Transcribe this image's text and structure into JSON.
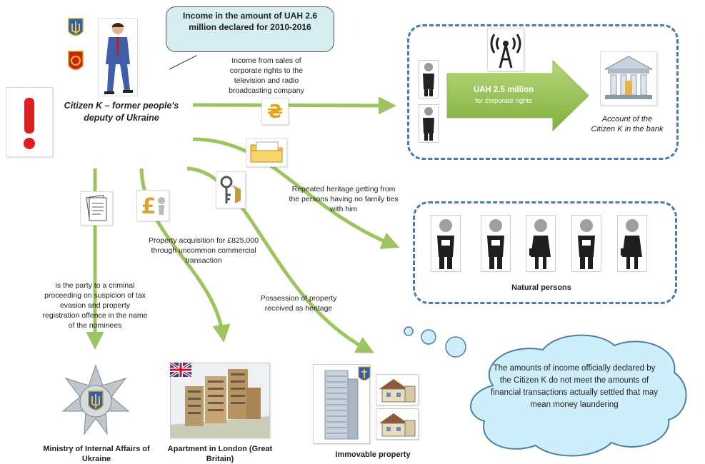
{
  "speech_bubble": {
    "text": "Income in the amount of UAH 2.6 million declared for 2010-2016"
  },
  "citizen": {
    "label": "Citizen K – former people's deputy of Ukraine"
  },
  "corporate_income": {
    "label": "Income from sales of corporate rights to the television and radio broadcasting company"
  },
  "bank_flow": {
    "arrow_title": "UAH 2.5 million",
    "arrow_subtitle": "for corporate rights",
    "account_label": "Account of the Citizen K in the bank"
  },
  "heritage": {
    "label": "Repeated heritage getting from the persons having no family ties with him"
  },
  "natural_persons": {
    "label": "Natural persons"
  },
  "criminal": {
    "label": "is the party to a criminal proceeding on suspicion of tax evasion and property registration offence in the name of the nominees"
  },
  "property_acq": {
    "label": "Property acquisition for £825,000 through uncommon commercial transaction"
  },
  "possession": {
    "label": "Possession of property received as heritage"
  },
  "ministry": {
    "label": "Ministry of Internal Affairs of Ukraine"
  },
  "apartment": {
    "label": "Apartment in London (Great Britain)"
  },
  "immovable": {
    "label": "Immovable property"
  },
  "cloud": {
    "text": "The amounts of income officially declared by the Citizen K do not meet the amounts of financial transactions actually settled that may mean money laundering"
  },
  "colors": {
    "arrow_green": "#9dc45e",
    "box_blue": "#4a78b5",
    "bubble": "#d6eef2",
    "cloud": "#cdeefa"
  }
}
